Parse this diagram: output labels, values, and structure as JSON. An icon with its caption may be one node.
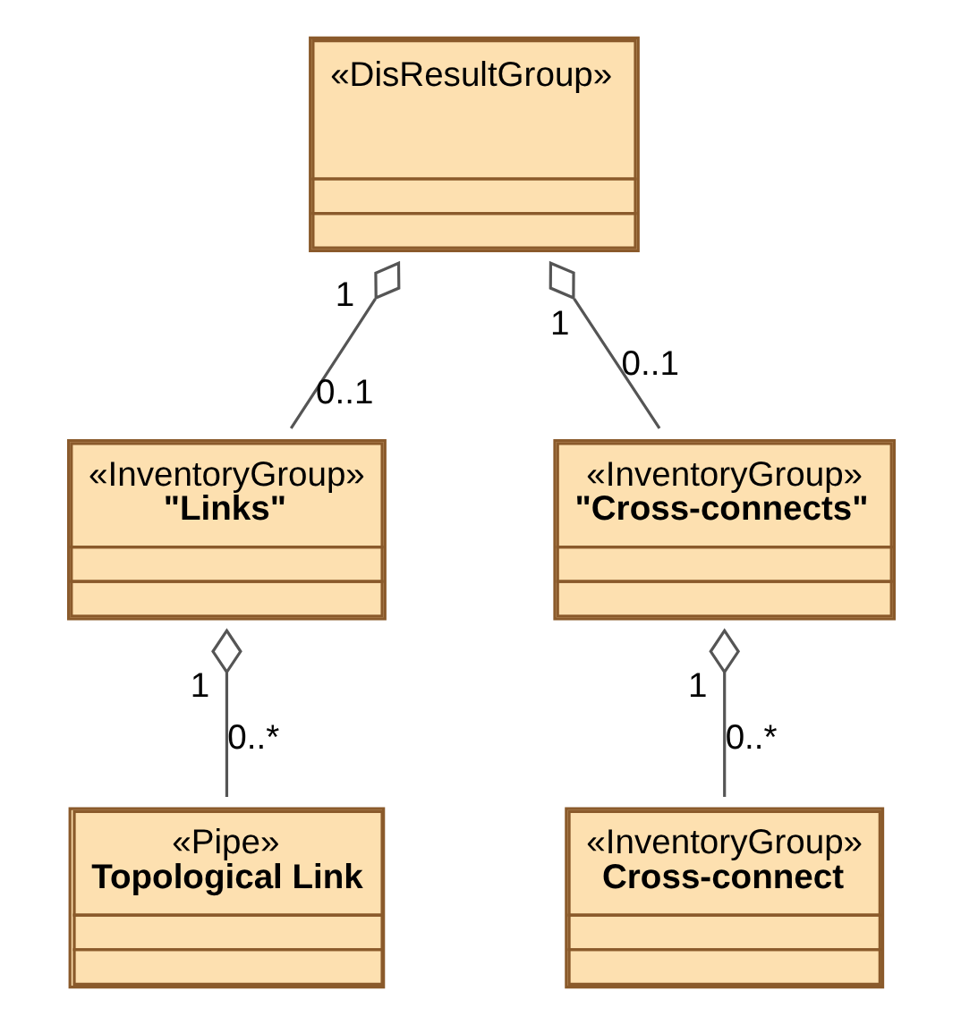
{
  "diagram": {
    "nodes": [
      {
        "text": [
          "«DisResultGroup»"
        ]
      },
      {
        "text": [
          "«InventoryGroup»",
          "\"Links\""
        ]
      },
      {
        "text": [
          "«InventoryGroup»",
          "\"Cross-connects\""
        ]
      },
      {
        "text": [
          "«Pipe»",
          "Topological Link"
        ]
      },
      {
        "text": [
          "«InventoryGroup»",
          "Cross-connect"
        ]
      }
    ],
    "edges": [
      {
        "from": 0,
        "to": 1,
        "arrow": "other"
      },
      {
        "from": 0,
        "to": 2,
        "arrow": "other"
      },
      {
        "from": 1,
        "to": 3,
        "arrow": "other"
      },
      {
        "from": 2,
        "to": 4,
        "arrow": "other"
      }
    ],
    "labels": [
      "1",
      "1",
      "0..1",
      "0..1",
      "1",
      "1",
      "0..*",
      "0..*"
    ]
  }
}
